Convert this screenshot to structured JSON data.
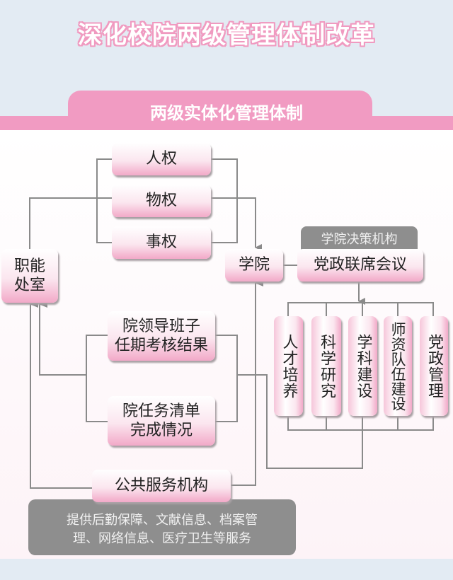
{
  "title": "深化校院两级管理体制改革",
  "subtitle": "两级实体化管理体制",
  "nodes": {
    "renquan": "人权",
    "wuquan": "物权",
    "shiquan": "事权",
    "zhineng_line1": "职能",
    "zhineng_line2": "处室",
    "xueyuan": "学院",
    "decision_label": "学院决策机构",
    "meeting": "党政联席会议",
    "tasks": [
      "人才培养",
      "科学研究",
      "学科建设",
      "师资队伍建设",
      "党政管理"
    ],
    "leader_line1": "院领导班子",
    "leader_line2": "任期考核结果",
    "tasklist_line1": "院任务清单",
    "tasklist_line2": "完成情况",
    "public": "公共服务机构",
    "public_desc_line1": "提供后勤保障、文献信息、档案管",
    "public_desc_line2": "理、网络信息、医疗卫生等服务"
  },
  "colors": {
    "pink": "#f19bc2",
    "line": "#8a8a8a",
    "gray": "#8e8e8e"
  }
}
